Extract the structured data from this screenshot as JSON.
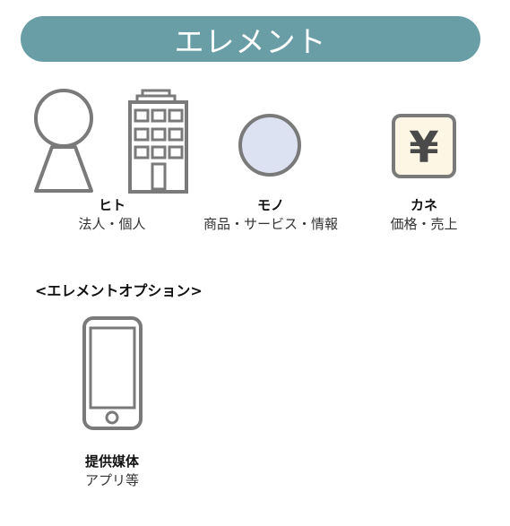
{
  "header": {
    "title": "エレメント"
  },
  "elements": [
    {
      "name": "ヒト",
      "sub": "法人・個人",
      "icon": "person-and-building-icon"
    },
    {
      "name": "モノ",
      "sub": "商品・サービス・情報",
      "icon": "circle-icon"
    },
    {
      "name": "カネ",
      "sub": "価格・売上",
      "icon": "yen-icon"
    }
  ],
  "options": {
    "heading": "<エレメントオプション>",
    "items": [
      {
        "name": "提供媒体",
        "sub": "アプリ等",
        "icon": "smartphone-icon"
      }
    ]
  },
  "icons": {
    "yen_symbol": "¥"
  },
  "colors": {
    "banner": "#6a9ea6",
    "outline": "#7a7a7a",
    "circle_fill": "#dde2f2",
    "yen_fill": "#fdf6e4"
  }
}
